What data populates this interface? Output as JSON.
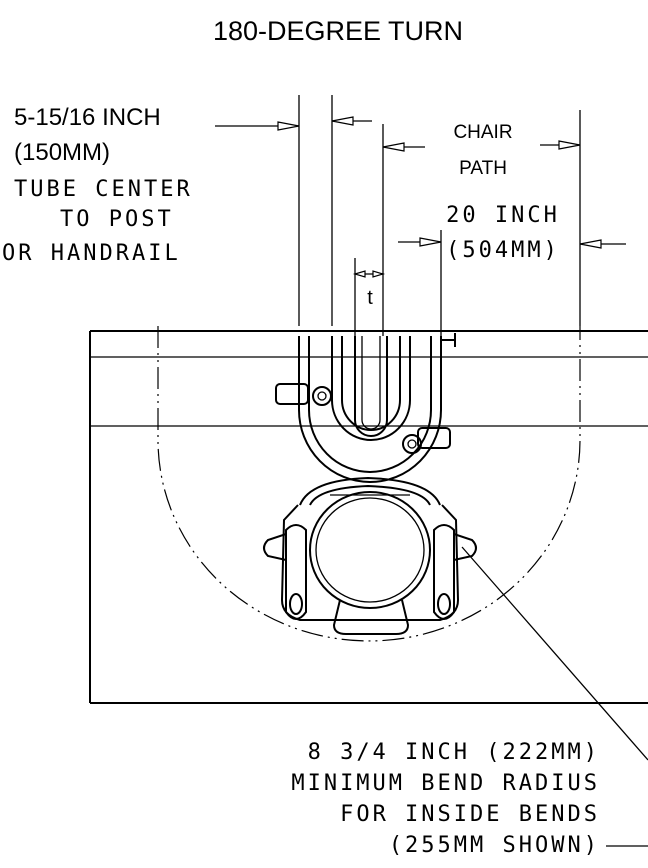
{
  "title": "180-DEGREE TURN",
  "tube_label": {
    "line1": "5-15/16 INCH",
    "line2": "(150MM)",
    "line3": "TUBE CENTER",
    "line4": "TO POST",
    "line5": "OR HANDRAIL"
  },
  "chair_path": {
    "line1": "CHAIR",
    "line2": "PATH"
  },
  "width_label": {
    "line1": "20 INCH",
    "line2": "(504MM)"
  },
  "thickness_label": "t",
  "bend_label": {
    "line1": "8 3/4 INCH (222MM)",
    "line2": "MINIMUM BEND RADIUS",
    "line3": "FOR INSIDE BENDS",
    "line4": "(255MM SHOWN)"
  }
}
